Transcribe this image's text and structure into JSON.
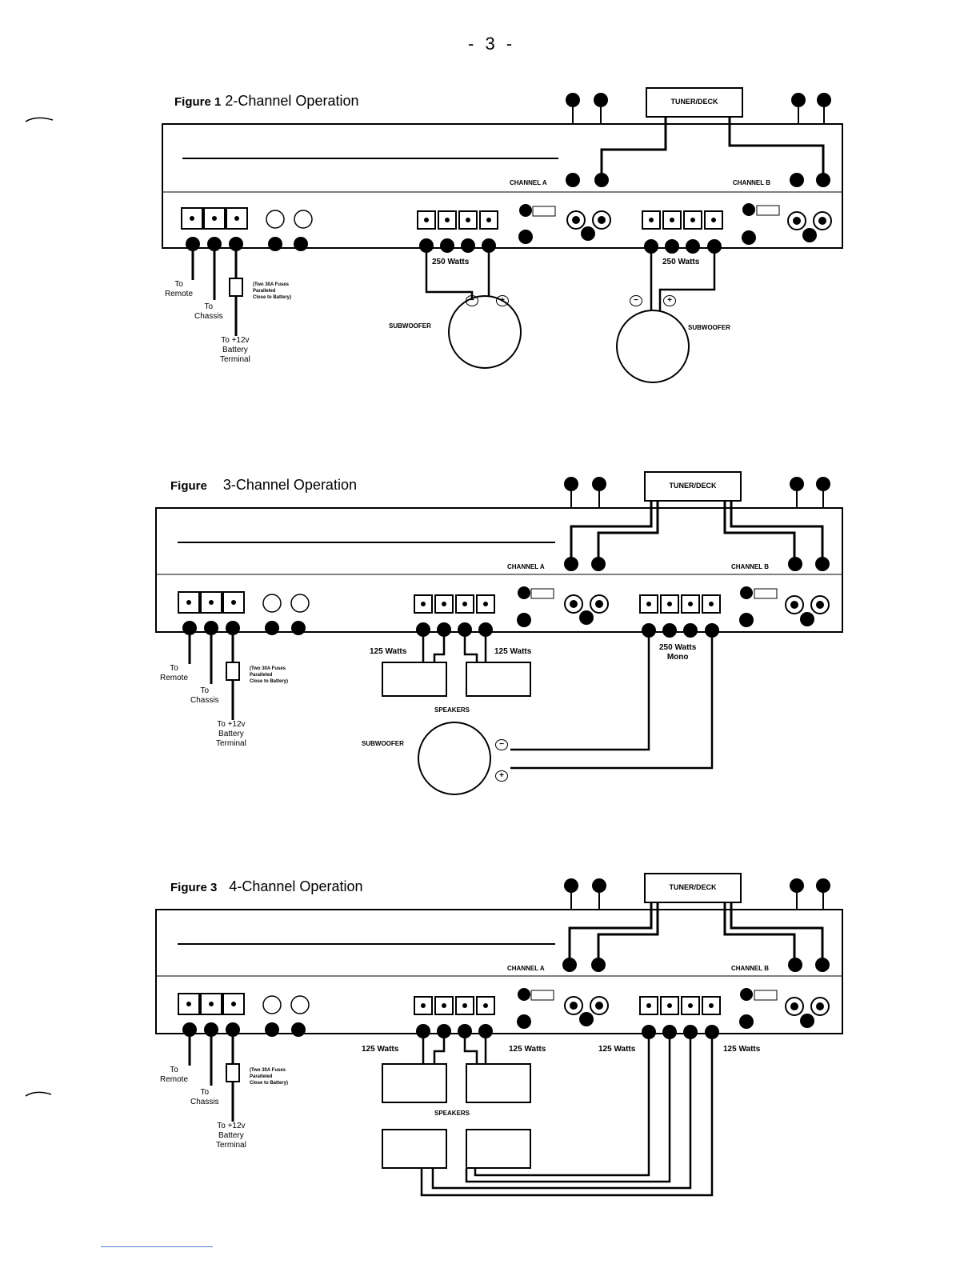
{
  "page_number": "- 3 -",
  "common": {
    "tuner": "TUNER/DECK",
    "channel_a": "CHANNEL A",
    "channel_b": "CHANNEL B",
    "to_remote": "To\nRemote",
    "to_chassis": "To\nChassis",
    "to_battery": "To +12v\nBattery\nTerminal",
    "fuse_note": "(Two 30A Fuses\nParalleled\nClose to Battery)",
    "subwoofer": "SUBWOOFER",
    "speakers": "SPEAKERS",
    "minus": "−",
    "plus": "+"
  },
  "figures": [
    {
      "prefix": "Figure 1",
      "title": "2-Channel Operation",
      "watts": [
        "250 Watts",
        "250 Watts"
      ]
    },
    {
      "prefix": "Figure",
      "title": "3-Channel Operation",
      "watts": [
        "125 Watts",
        "125 Watts",
        "250 Watts\nMono"
      ]
    },
    {
      "prefix": "Figure 3",
      "title": "4-Channel Operation",
      "watts": [
        "125 Watts",
        "125 Watts",
        "125 Watts",
        "125 Watts"
      ]
    }
  ]
}
